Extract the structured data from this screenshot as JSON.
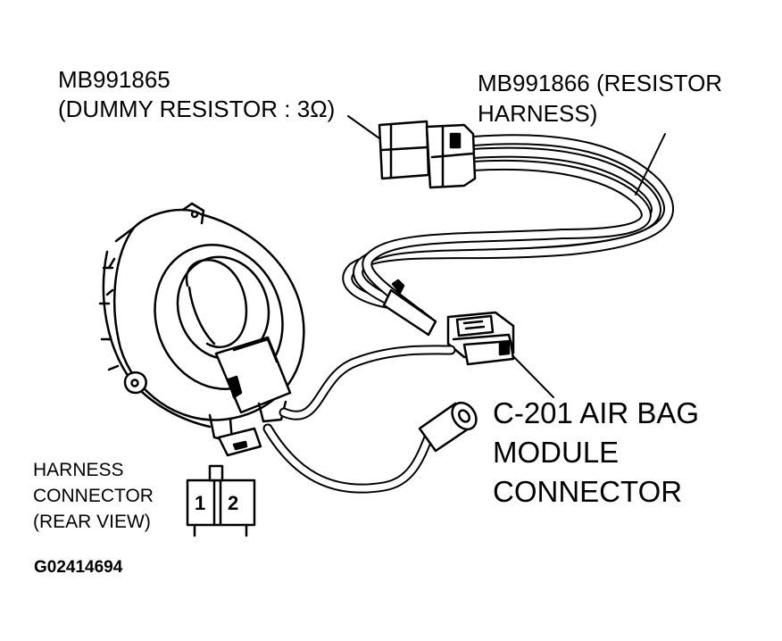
{
  "labels": {
    "dummy_resistor_part": "MB991865",
    "dummy_resistor_desc": "(DUMMY RESISTOR : 3Ω)",
    "resistor_harness_part": "MB991866 (RESISTOR",
    "resistor_harness_desc": "HARNESS)",
    "module_connector_line1": "C-201 AIR BAG",
    "module_connector_line2": "MODULE",
    "module_connector_line3": "CONNECTOR",
    "harness_connector_line1": "HARNESS",
    "harness_connector_line2": "CONNECTOR",
    "harness_connector_line3": "(REAR VIEW)",
    "pin_1": "1",
    "pin_2": "2",
    "figure_id": "G02414694"
  },
  "colors": {
    "ink": "#000000",
    "paper": "#ffffff"
  }
}
